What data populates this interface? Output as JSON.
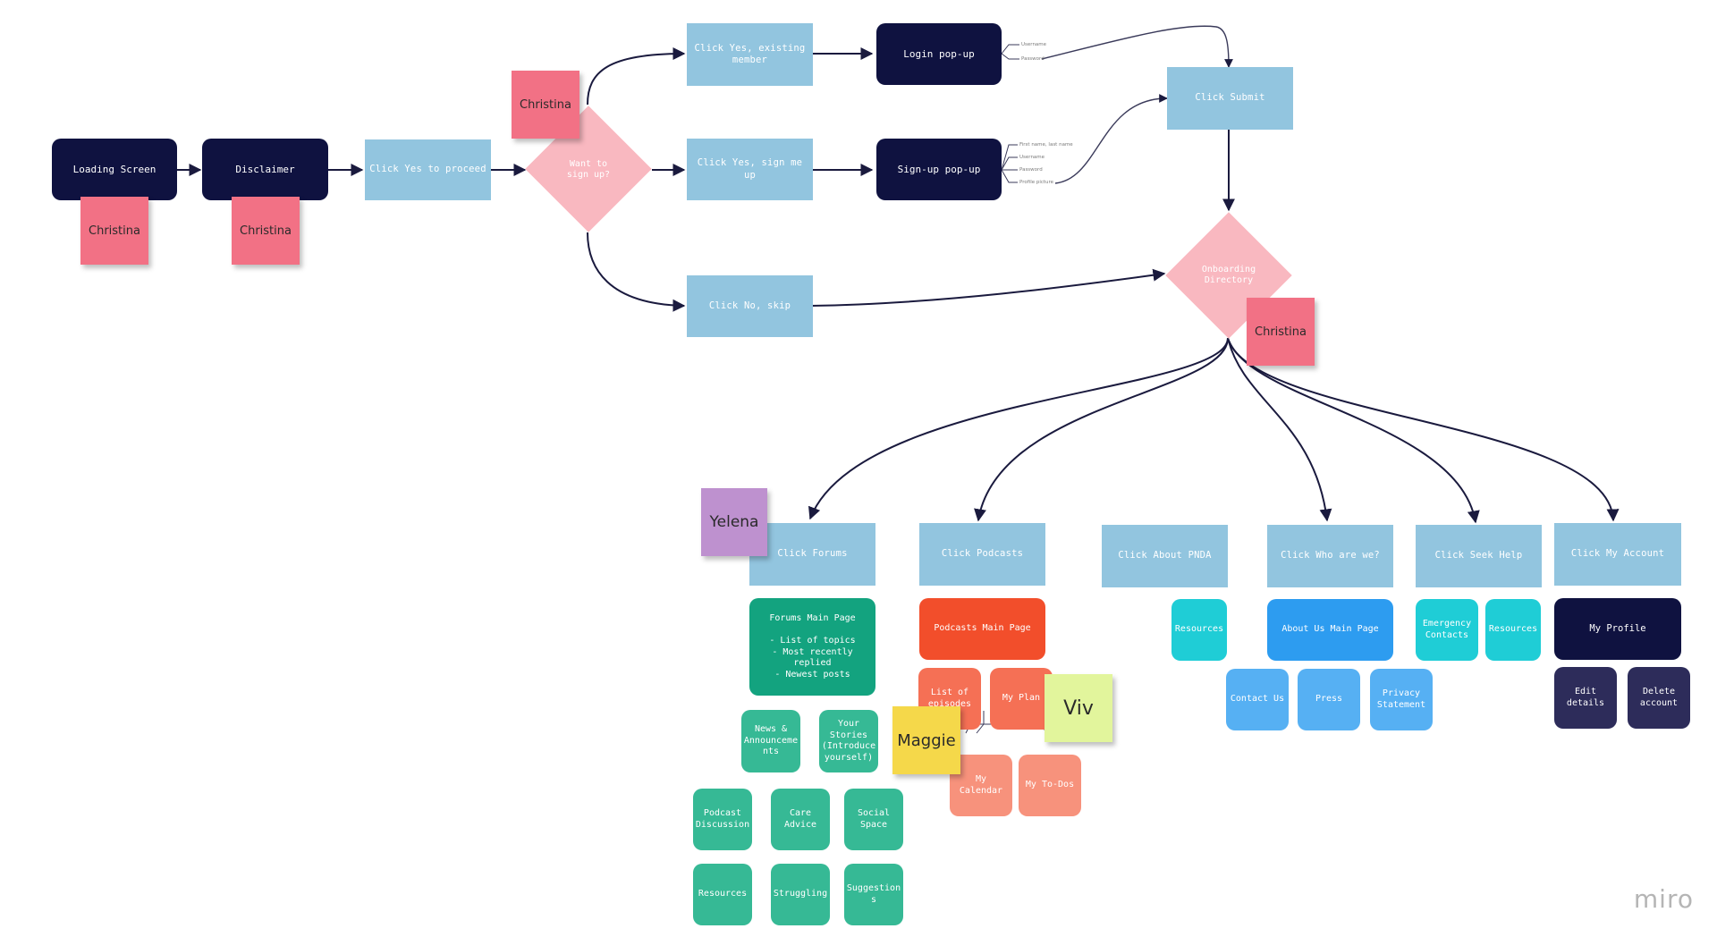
{
  "nodes": {
    "loading_screen": "Loading Screen",
    "disclaimer": "Disclaimer",
    "click_yes_proceed": "Click Yes to proceed",
    "want_sign_up": "Want to\nsign up?",
    "click_yes_existing": "Click Yes, existing\nmember",
    "click_yes_signup": "Click Yes, sign me up",
    "click_no_skip": "Click No, skip",
    "login_popup": "Login pop-up",
    "signup_popup": "Sign-up pop-up",
    "click_submit": "Click Submit",
    "onboarding_directory": "Onboarding\nDirectory",
    "click_forums": "Click Forums",
    "click_podcasts": "Click Podcasts",
    "click_about_pnda": "Click About PNDA",
    "click_who_are_we": "Click Who are we?",
    "click_seek_help": "Click Seek Help",
    "click_my_account": "Click My Account",
    "forums_main_page": "Forums Main Page\n\n- List of topics\n- Most recently\nreplied\n- Newest posts",
    "news_announcements": "News &\nAnnounceme\nnts",
    "your_stories": "Your\nStories\n(Introduce\nyourself)",
    "podcast_discussion": "Podcast\nDiscussion",
    "care_advice": "Care\nAdvice",
    "social_space": "Social\nSpace",
    "forums_resources": "Resources",
    "struggling": "Struggling",
    "suggestions": "Suggestion\ns",
    "podcasts_main_page": "Podcasts Main Page",
    "list_of_episodes": "List of\nepisodes",
    "my_plan": "My Plan",
    "my_calendar": "My\nCalendar",
    "my_todos": "My To-Dos",
    "about_resources": "Resources",
    "about_us_main_page": "About Us Main Page",
    "contact_us": "Contact Us",
    "press": "Press",
    "privacy_statement": "Privacy\nStatement",
    "emergency_contacts": "Emergency\nContacts",
    "help_resources": "Resources",
    "my_profile": "My Profile",
    "edit_details": "Edit\ndetails",
    "delete_account": "Delete\naccount"
  },
  "login_fields": [
    "Username",
    "Password"
  ],
  "signup_fields": [
    "First name, last name",
    "Username",
    "Password",
    "Profile picture"
  ],
  "stickies": {
    "christina": "Christina",
    "yelena": "Yelena",
    "maggie": "Maggie",
    "viv": "Viv"
  },
  "logo": "miro",
  "colors": {
    "dark": "#0f1240",
    "blue": "#92c5df",
    "pink_diamond": "#f9b8c0",
    "sticky_pink": "#f27185",
    "sticky_purple": "#be91cf",
    "sticky_yellow": "#f5d84a",
    "sticky_lime": "#e2f59c",
    "green": "#36b995",
    "dark_green": "#13a37f",
    "podcast_red": "#f24e2b",
    "coral": "#f57055",
    "salmon": "#f7927c",
    "cyan": "#1fcdd6",
    "azure": "#2d9cf0",
    "light_azure": "#56b0f3",
    "navy": "#2d2c5a"
  }
}
